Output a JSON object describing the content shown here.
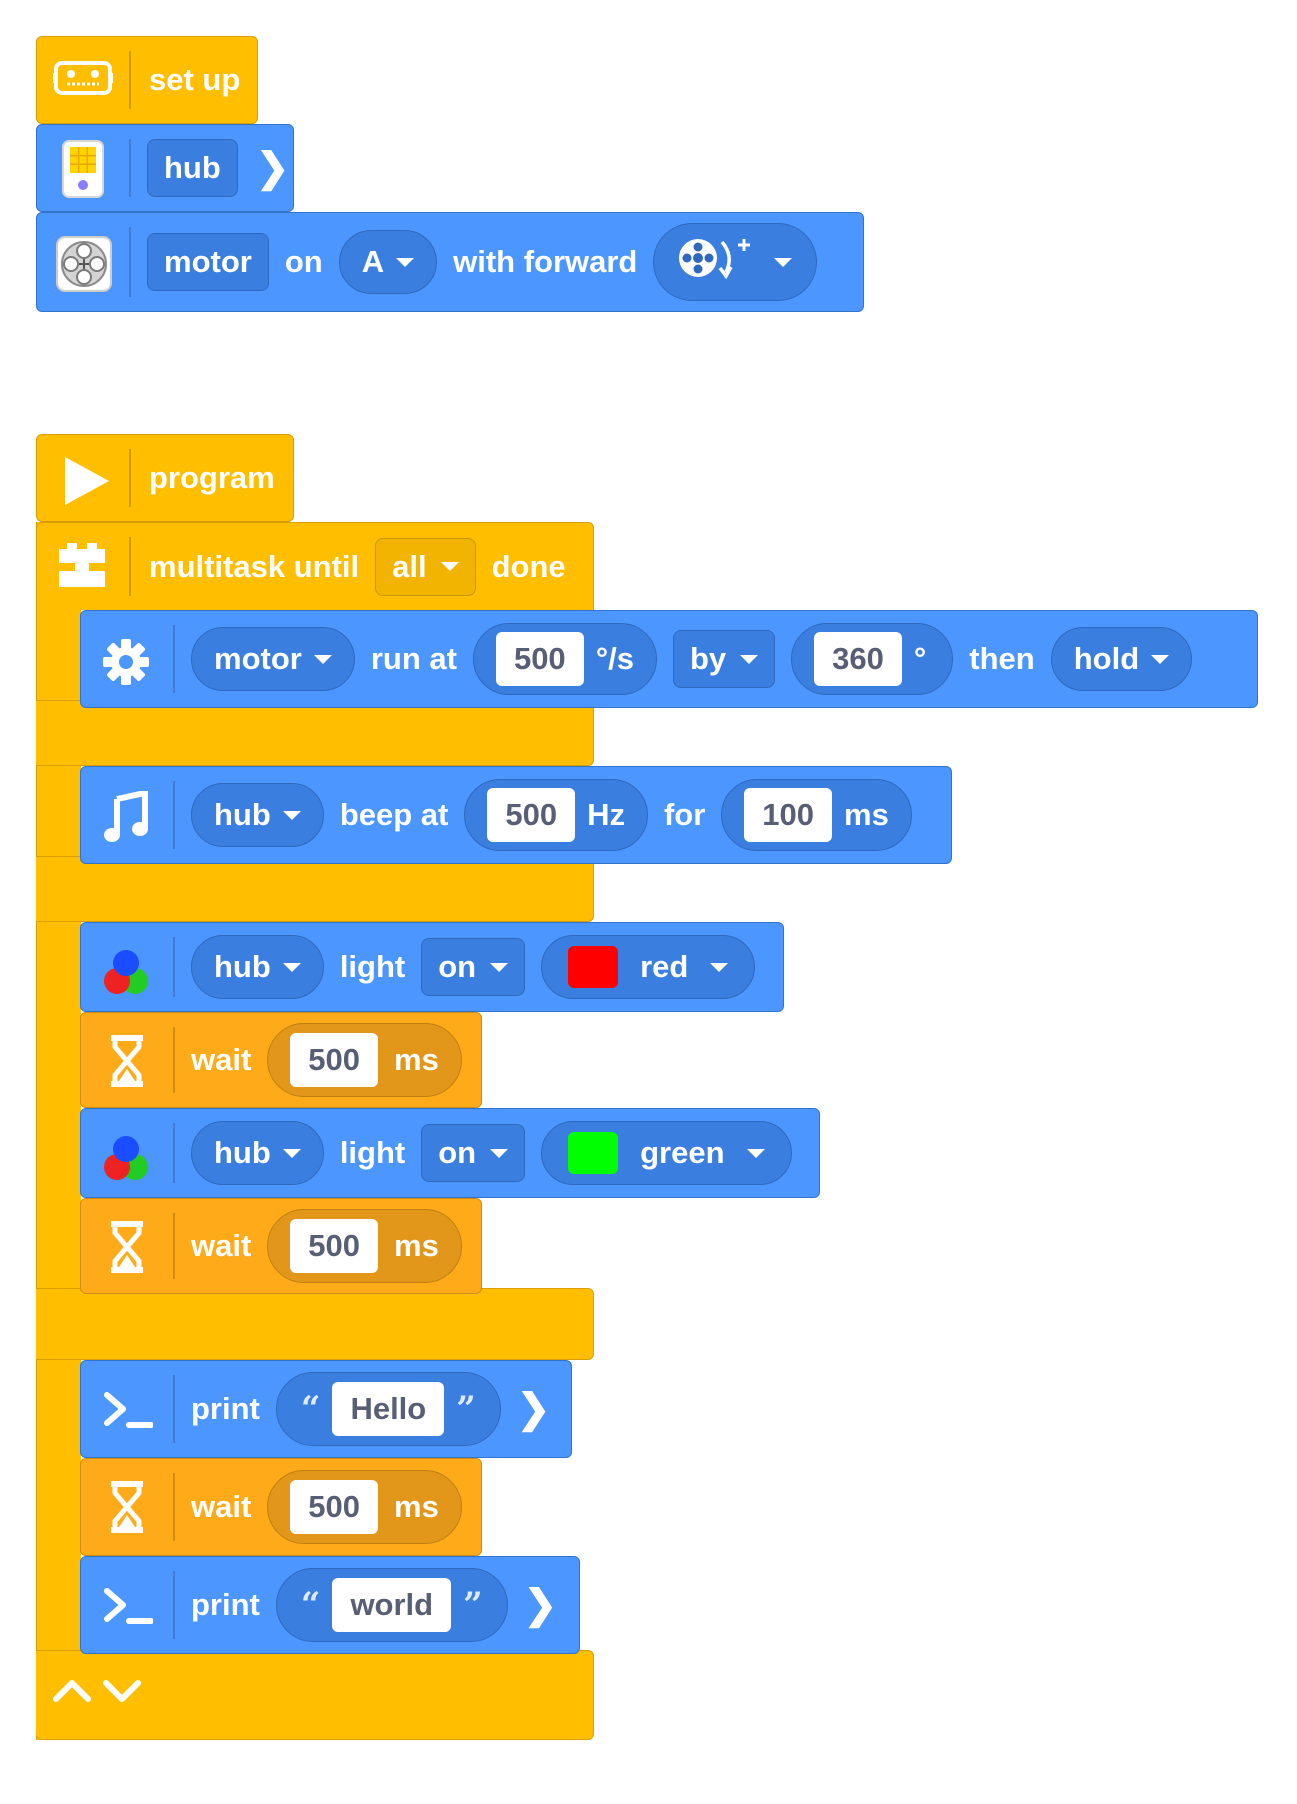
{
  "setup": {
    "hat_label": "set up",
    "hub_label": "hub",
    "motor": {
      "label": "motor",
      "on": "on",
      "port": "A",
      "direction_text": "with forward"
    }
  },
  "program": {
    "hat_label": "program",
    "multitask": {
      "prefix": "multitask until",
      "mode": "all",
      "suffix": "done"
    },
    "motor_run": {
      "target": "motor",
      "text_run_at": "run at",
      "speed": "500",
      "speed_unit": "°/s",
      "by": "by",
      "amount": "360",
      "amount_unit": "°",
      "then": "then",
      "end_action": "hold"
    },
    "beep": {
      "target": "hub",
      "text_beep_at": "beep at",
      "freq": "500",
      "freq_unit": "Hz",
      "text_for": "for",
      "duration": "100",
      "duration_unit": "ms"
    },
    "light1": {
      "target": "hub",
      "text_light": "light",
      "state": "on",
      "color_name": "red",
      "color": "#ff0000"
    },
    "wait1": {
      "text": "wait",
      "value": "500",
      "unit": "ms"
    },
    "light2": {
      "target": "hub",
      "text_light": "light",
      "state": "on",
      "color_name": "green",
      "color": "#00ff00"
    },
    "wait2": {
      "text": "wait",
      "value": "500",
      "unit": "ms"
    },
    "print1": {
      "text": "print",
      "value": "Hello"
    },
    "wait3": {
      "text": "wait",
      "value": "500",
      "unit": "ms"
    },
    "print2": {
      "text": "print",
      "value": "world"
    }
  },
  "colors": {
    "block_yellow": "#ffbe00",
    "block_blue": "#4c97ff",
    "block_orange": "#ffab19"
  }
}
